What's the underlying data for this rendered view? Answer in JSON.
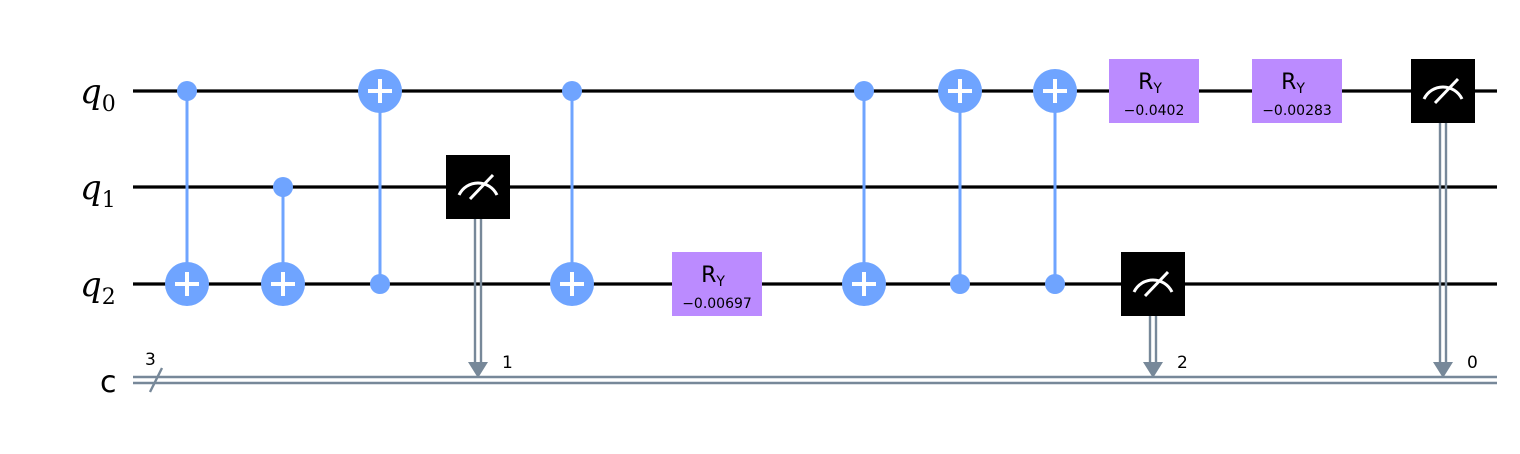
{
  "qubits": [
    {
      "name": "q",
      "sub": "0"
    },
    {
      "name": "q",
      "sub": "1"
    },
    {
      "name": "q",
      "sub": "2"
    }
  ],
  "creg": {
    "name": "c",
    "size": "3"
  },
  "gates": [
    {
      "type": "cx",
      "control": 0,
      "target": 2
    },
    {
      "type": "cx",
      "control": 1,
      "target": 2
    },
    {
      "type": "cx",
      "control": 2,
      "target": 0
    },
    {
      "type": "measure",
      "qubit": 1,
      "clbit": "1"
    },
    {
      "type": "cx",
      "control": 0,
      "target": 2
    },
    {
      "type": "ry",
      "qubit": 2,
      "name": "R",
      "sub": "Y",
      "param": "−0.00697"
    },
    {
      "type": "cx",
      "control": 0,
      "target": 2
    },
    {
      "type": "cx",
      "control": 2,
      "target": 0
    },
    {
      "type": "cx",
      "control": 2,
      "target": 0
    },
    {
      "type": "measure",
      "qubit": 2,
      "clbit": "2"
    },
    {
      "type": "ry",
      "qubit": 0,
      "name": "R",
      "sub": "Y",
      "param": "−0.0402"
    },
    {
      "type": "ry",
      "qubit": 0,
      "name": "R",
      "sub": "Y",
      "param": "−0.00283"
    },
    {
      "type": "measure",
      "qubit": 0,
      "clbit": "0"
    }
  ],
  "colors": {
    "cx": "#6FA4FF",
    "ry": "#BB8BFF",
    "measure_box": "#000000",
    "classical_wire": "#778899",
    "quantum_wire": "#000000"
  }
}
